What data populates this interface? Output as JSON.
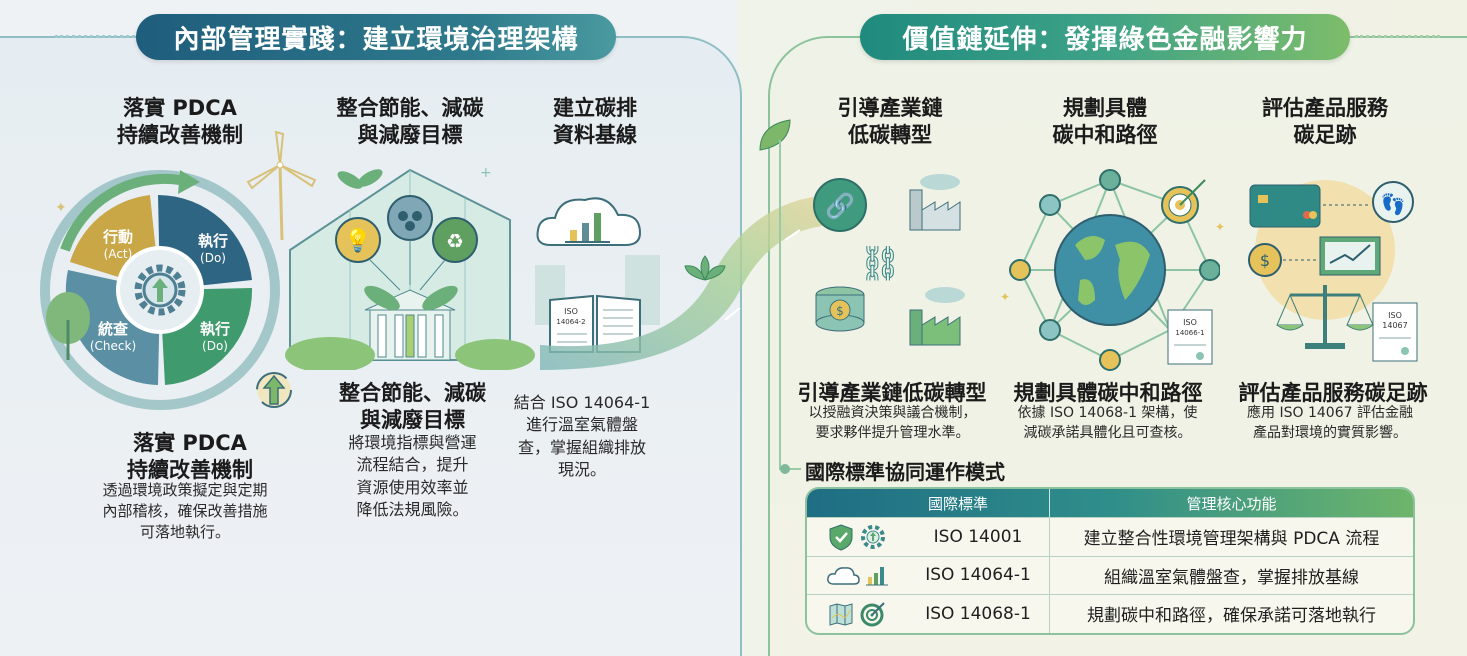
{
  "left_section": {
    "title": "內部管理實踐：建立環境治理架構",
    "top_items": [
      {
        "title": "落實 PDCA\n持續改善機制"
      },
      {
        "title": "整合節能、減碳\n與減廢目標"
      },
      {
        "title": "建立碳排\n資料基線"
      }
    ],
    "pdca": {
      "segments": [
        {
          "label": "行動",
          "sub": "(Act)",
          "color": "#c9a646"
        },
        {
          "label": "執行",
          "sub": "(Do)",
          "color": "#2e6582"
        },
        {
          "label": "執行",
          "sub": "(Do)",
          "color": "#3f9a6e"
        },
        {
          "label": "統查",
          "sub": "(Check)",
          "color": "#5b8fa3"
        }
      ]
    },
    "book_label": "ISO\n14064-2",
    "bottom_items": [
      {
        "title": "落實 PDCA\n持續改善機制",
        "desc": "透過環境政策擬定與定期\n內部稽核，確保改善措施\n可落地執行。"
      },
      {
        "title": "整合節能、減碳\n與減廢目標",
        "desc": "將環境指標與營運\n流程結合，提升\n資源使用效率並\n降低法規風險。"
      },
      {
        "title": "",
        "desc": "結合 ISO 14064-1\n進行溫室氣體盤\n查，掌握組織排放\n現況。"
      }
    ]
  },
  "right_section": {
    "title": "價值鏈延伸：發揮綠色金融影響力",
    "top_items": [
      {
        "title": "引導產業鏈\n低碳轉型"
      },
      {
        "title": "規劃具體\n碳中和路徑"
      },
      {
        "title": "評估產品服務\n碳足跡"
      }
    ],
    "doc_labels": [
      "ISO\n14066-1",
      "ISO\n14067"
    ],
    "bottom_items": [
      {
        "title": "引導產業鏈低碳轉型",
        "desc": "以授融資決策與議合機制，\n要求夥伴提升管理水準。"
      },
      {
        "title": "規劃具體碳中和路徑",
        "desc": "依據 ISO 14068-1 架構，使\n減碳承諾具體化且可查核。"
      },
      {
        "title": "評估產品服務碳足跡",
        "desc": "應用 ISO 14067 評估金融\n產品對環境的實質影響。"
      }
    ],
    "intl": {
      "title": "國際標準協同運作模式",
      "headers": [
        "國際標準",
        "管理核心功能"
      ],
      "rows": [
        {
          "icons": [
            "shield-check-icon",
            "gear-arrow-icon"
          ],
          "standard": "ISO 14001",
          "function": "建立整合性環境管理架構與 PDCA 流程"
        },
        {
          "icons": [
            "cloud-icon",
            "bar-chart-icon"
          ],
          "standard": "ISO 14064-1",
          "function": "組織溫室氣體盤查，掌握排放基線"
        },
        {
          "icons": [
            "map-icon",
            "target-icon"
          ],
          "standard": "ISO 14068-1",
          "function": "規劃碳中和路徑，確保承諾可落地執行"
        }
      ]
    }
  },
  "colors": {
    "left_pill": "#1f5d7c",
    "right_pill": "#3ea287",
    "accent_green": "#5aa86a",
    "accent_gold": "#c9a646",
    "accent_teal": "#2e7a8c"
  }
}
